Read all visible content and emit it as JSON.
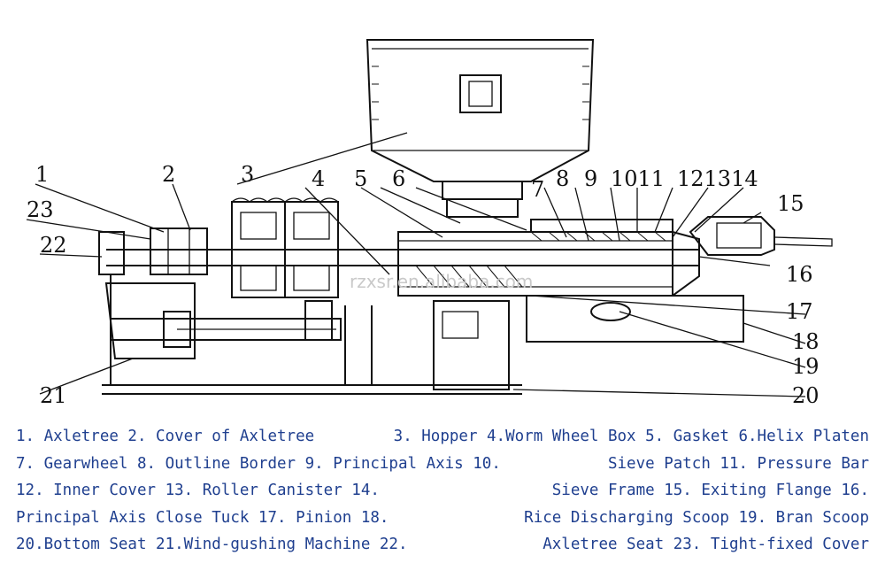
{
  "callouts": [
    "1",
    "2",
    "3",
    "4",
    "5",
    "6",
    "7",
    "8",
    "9",
    "1011",
    "121314",
    "15",
    "16",
    "17",
    "18",
    "19",
    "20",
    "21",
    "22",
    "23"
  ],
  "watermark": "rzxsr.en.alibaba.com",
  "legend_lines": [
    [
      "1. Axletree 2. Cover of Axletree",
      "3. Hopper 4.Worm Wheel Box 5. Gasket 6.Helix Platen"
    ],
    [
      "7. Gearwheel 8. Outline Border 9. Principal Axis 10.",
      "Sieve Patch 11. Pressure Bar"
    ],
    [
      "12. Inner Cover 13. Roller Canister 14.",
      "Sieve Frame 15. Exiting Flange 16."
    ],
    [
      "Principal Axis Close Tuck 17. Pinion 18.",
      "Rice Discharging Scoop 19. Bran Scoop"
    ],
    [
      "20.Bottom Seat 21.Wind-gushing Machine 22.",
      "Axletree Seat 23. Tight-fixed Cover"
    ]
  ],
  "colors": {
    "line": "#111111",
    "legend_text": "#1f3f8f"
  }
}
